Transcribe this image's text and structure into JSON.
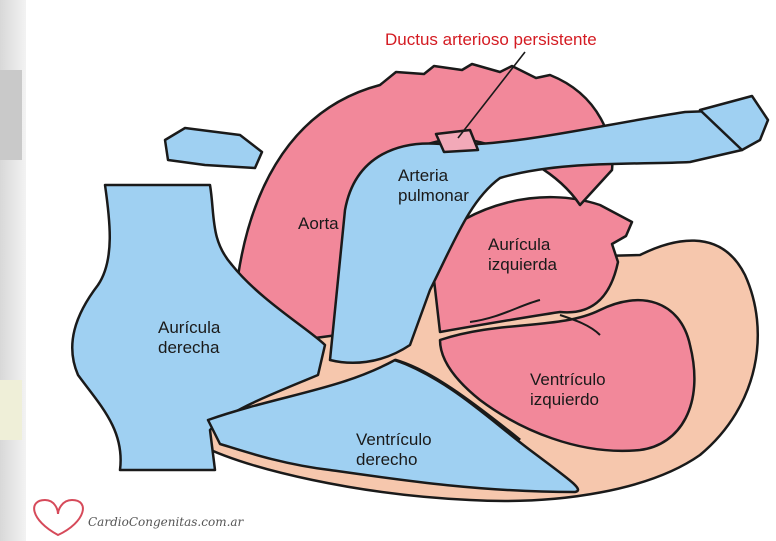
{
  "title": "Ductus arterioso persistente",
  "labels": {
    "aorta": "Aorta",
    "pulmonary_artery": "Arteria\npulmonar",
    "left_atrium": "Aurícula\nizquierda",
    "right_atrium": "Aurícula\nderecha",
    "left_ventricle": "Ventrículo\nizquierdo",
    "right_ventricle": "Ventrículo\nderecho"
  },
  "brand": "CardioCongenitas.com.ar",
  "colors": {
    "oxygenated": "#f2889a",
    "deoxygenated": "#9fd0f2",
    "wall": "#f6c7ad",
    "outline": "#1a1a1a",
    "title": "#d41b22"
  }
}
